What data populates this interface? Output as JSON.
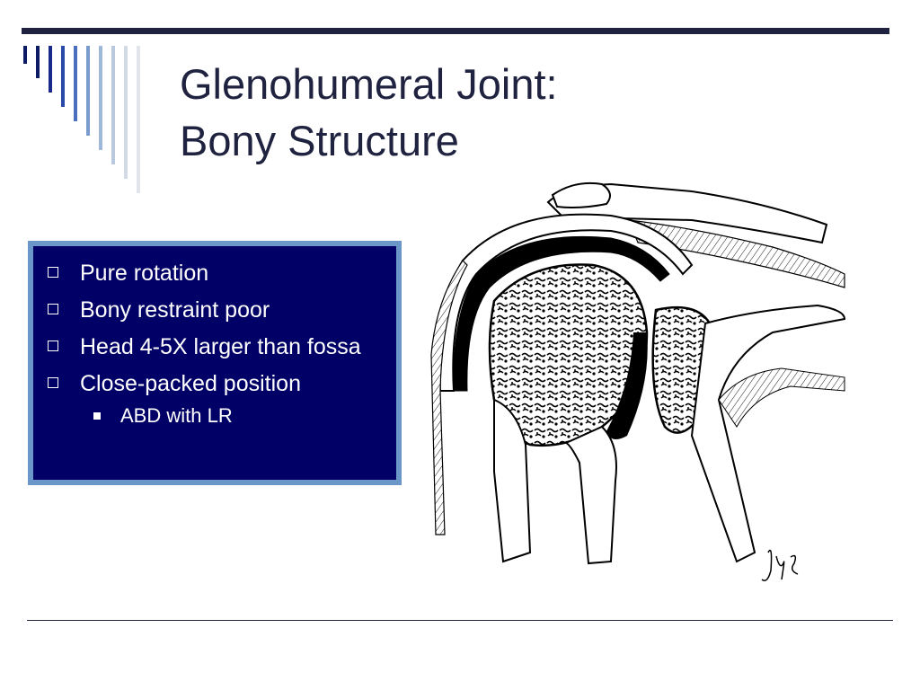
{
  "slide": {
    "title_lines": [
      "Glenohumeral Joint:",
      "Bony Structure"
    ],
    "bullets": [
      {
        "text": "Pure rotation"
      },
      {
        "text": "Bony restraint poor"
      },
      {
        "text": "Head 4-5X larger than fossa"
      },
      {
        "text": "Close-packed position",
        "sub_bullets": [
          "ABD with LR"
        ]
      }
    ],
    "colors": {
      "title": "#1f2340",
      "box_fill": "#000066",
      "box_border": "#6b96c8",
      "rule": "#1f2340",
      "stripes": [
        "#0d1a66",
        "#0d1a66",
        "#1a2a8a",
        "#2a4aa8",
        "#4a6fbf",
        "#7a9ccc",
        "#9fb8d8",
        "#b9c8dd",
        "#d2dae6",
        "#e2e6ec"
      ]
    },
    "illustration": {
      "subject": "glenohumeral-joint-cross-section",
      "signature": "Jys"
    }
  }
}
